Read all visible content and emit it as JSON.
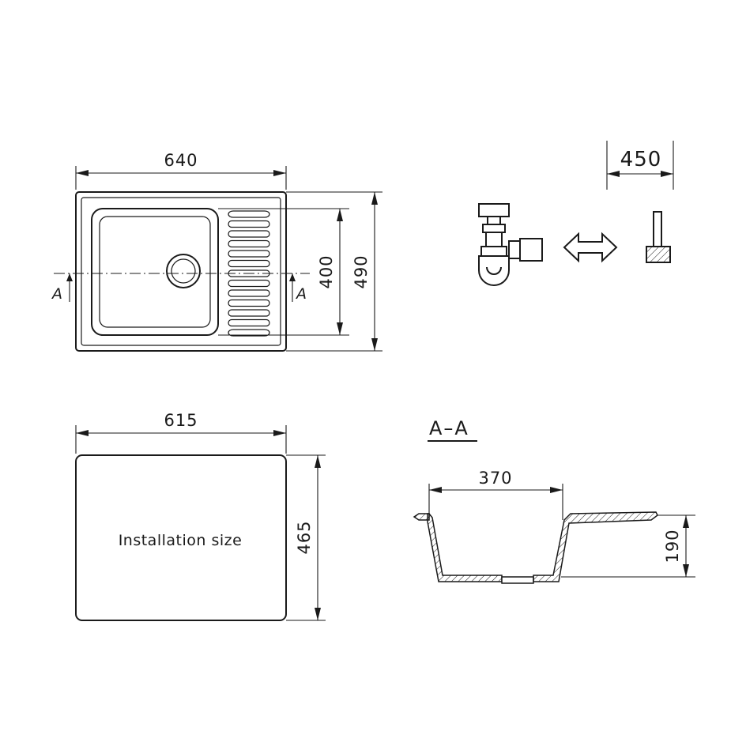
{
  "dimensions": {
    "sink_width": "640",
    "sink_depth": "490",
    "bowl_depth": "400",
    "installation_width": "615",
    "installation_depth": "465",
    "cabinet_width": "450",
    "bowl_width": "370",
    "bowl_height": "190"
  },
  "labels": {
    "installation": "Installation size",
    "section_title": "A–A",
    "section_marker_left": "A",
    "section_marker_right": "A"
  },
  "icons": {
    "siphon": "siphon-icon",
    "double_arrow": "double-arrow-icon",
    "cabinet": "cabinet-icon"
  },
  "colors": {
    "line": "#1a1a1a",
    "background": "#ffffff"
  }
}
